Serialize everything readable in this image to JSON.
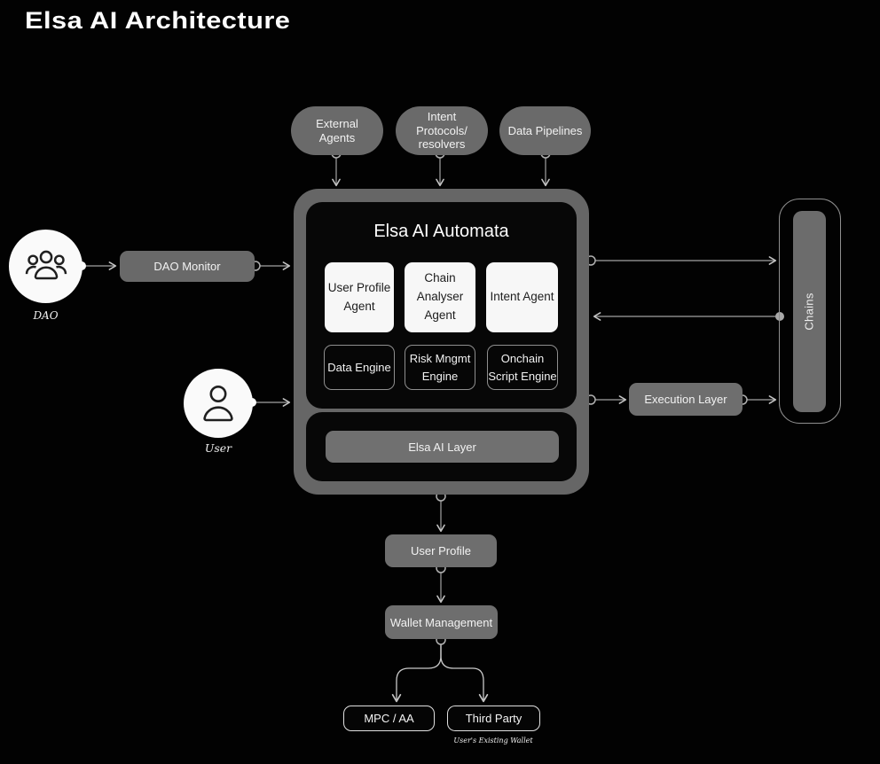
{
  "title": "Elsa AI Architecture",
  "colors": {
    "background": "#020202",
    "node_gray": "#6a6a6a",
    "frame_gray": "#666666",
    "panel_black": "#070707",
    "node_light": "#f7f7f7",
    "line": "#a8a8a8",
    "text_light": "#f2f2f2",
    "text_dark": "#1d1d1d"
  },
  "top_nodes": {
    "external_agents": "External Agents",
    "intent_protocols": "Intent Protocols/ resolvers",
    "data_pipelines": "Data Pipelines"
  },
  "automata": {
    "title": "Elsa AI Automata",
    "agents": [
      "User Profile Agent",
      "Chain Analyser Agent",
      "Intent Agent"
    ],
    "engines": [
      "Data Engine",
      "Risk Mngmt Engine",
      "Onchain Script Engine"
    ],
    "layer": "Elsa AI Layer"
  },
  "left": {
    "dao_label": "DAO",
    "dao_monitor": "DAO Monitor",
    "user_label": "User",
    "dao_icon": "group-of-people-icon",
    "user_icon": "person-icon"
  },
  "right": {
    "execution_layer": "Execution Layer",
    "chains": "Chains"
  },
  "bottom": {
    "user_profile": "User Profile",
    "wallet_management": "Wallet Management",
    "mpc": "MPC / AA",
    "third_party": "Third Party",
    "wallet_note": "User's Existing Wallet"
  }
}
